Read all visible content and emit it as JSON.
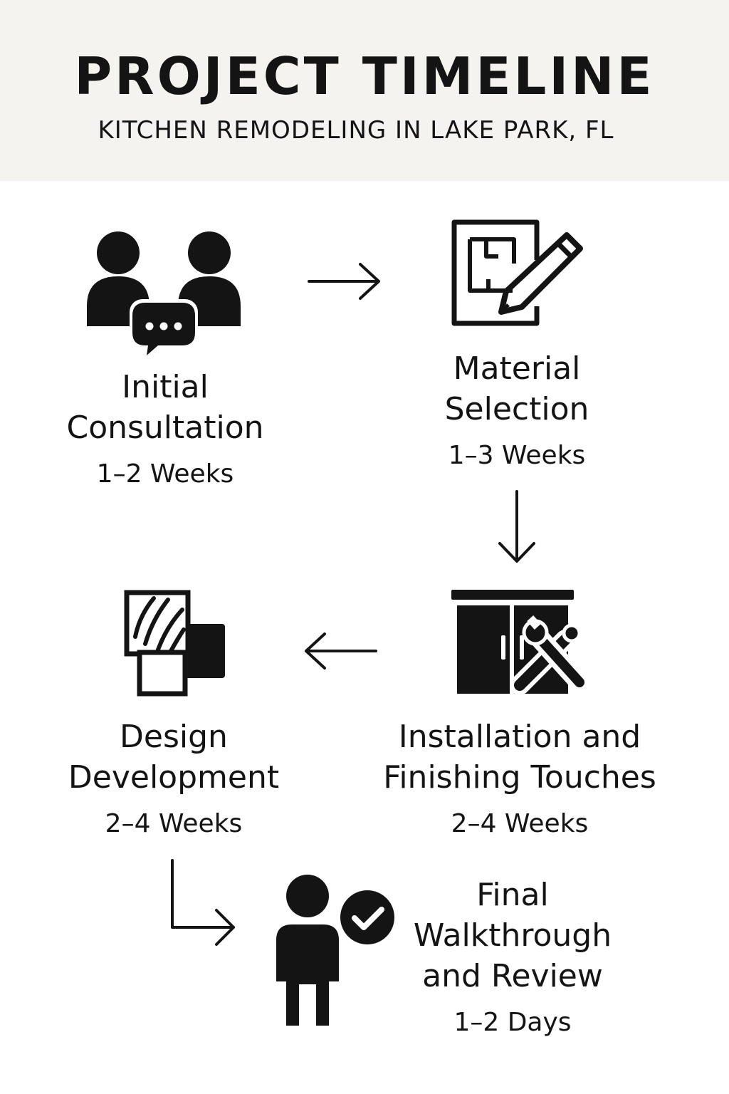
{
  "header": {
    "title": "PROJECT TIMELINE",
    "subtitle": "KITCHEN REMODELING IN LAKE PARK, FL"
  },
  "colors": {
    "ink": "#141414",
    "header_background": "#f4f3ef",
    "background": "#ffffff"
  },
  "steps": [
    {
      "name": "Initial\nConsultation",
      "duration": "1–2 Weeks",
      "icon": "consultation-icon"
    },
    {
      "name": "Material\nSelection",
      "duration": "1–3 Weeks",
      "icon": "blueprint-pencil-icon"
    },
    {
      "name": "Installation and\nFinishing Touches",
      "duration": "2–4 Weeks",
      "icon": "cabinet-tools-icon"
    },
    {
      "name": "Design\nDevelopment",
      "duration": "2–4 Weeks",
      "icon": "material-swatches-icon"
    },
    {
      "name": "Final\nWalkthrough\nand Review",
      "duration": "1–2 Days",
      "icon": "person-check-icon"
    }
  ]
}
